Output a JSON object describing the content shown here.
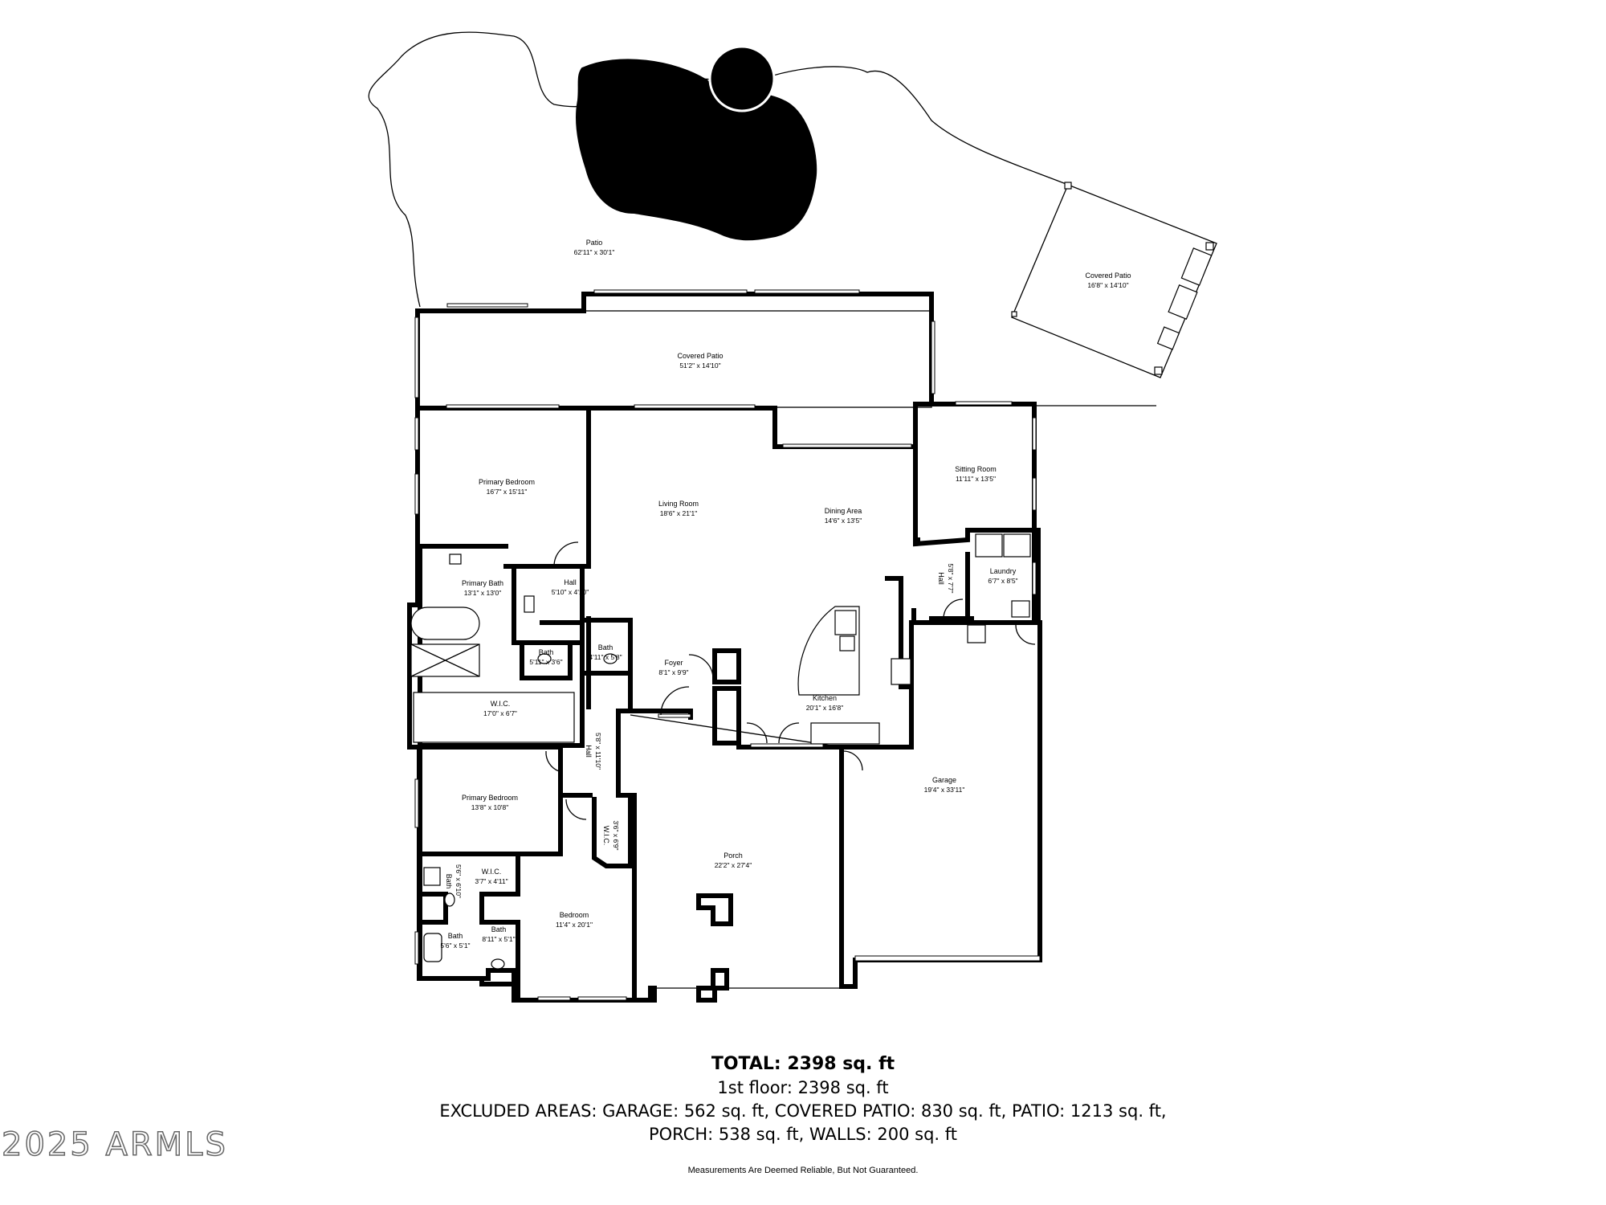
{
  "rooms": [
    {
      "id": "patio",
      "name": "Patio",
      "dims": "62'11\" x 30'1\""
    },
    {
      "id": "covered-patio-main",
      "name": "Covered Patio",
      "dims": "51'2\" x 14'10\""
    },
    {
      "id": "covered-patio-side",
      "name": "Covered Patio",
      "dims": "16'8\" x 14'10\""
    },
    {
      "id": "primary-bedroom",
      "name": "Primary Bedroom",
      "dims": "16'7\" x 15'11\""
    },
    {
      "id": "living-room",
      "name": "Living Room",
      "dims": "18'6\" x 21'1\""
    },
    {
      "id": "dining-area",
      "name": "Dining Area",
      "dims": "14'6\" x 13'5\""
    },
    {
      "id": "sitting-room",
      "name": "Sitting Room",
      "dims": "11'11\" x 13'5\""
    },
    {
      "id": "primary-bath",
      "name": "Primary Bath",
      "dims": "13'1\" x 13'0\""
    },
    {
      "id": "hall-1",
      "name": "Hall",
      "dims": "5'10\" x 4'10\""
    },
    {
      "id": "hall-2",
      "name": "Hall",
      "dims": "5'8\" x 7'7\""
    },
    {
      "id": "laundry",
      "name": "Laundry",
      "dims": "6'7\" x 8'5\""
    },
    {
      "id": "bath-1",
      "name": "Bath",
      "dims": "5'11\" x 3'6\""
    },
    {
      "id": "bath-2",
      "name": "Bath",
      "dims": "4'11\" x 5'8\""
    },
    {
      "id": "foyer",
      "name": "Foyer",
      "dims": "8'1\" x 9'9\""
    },
    {
      "id": "wic-1",
      "name": "W.I.C.",
      "dims": "17'0\" x 6'7\""
    },
    {
      "id": "kitchen",
      "name": "Kitchen",
      "dims": "20'1\" x 16'8\""
    },
    {
      "id": "hall-3",
      "name": "Hall",
      "dims": "5'8\" x 11'10\""
    },
    {
      "id": "garage",
      "name": "Garage",
      "dims": "19'4\" x 33'11\""
    },
    {
      "id": "bedroom-2",
      "name": "Primary Bedroom",
      "dims": "13'8\" x 10'8\""
    },
    {
      "id": "wic-2",
      "name": "W.I.C.",
      "dims": "3'6\" x 6'9\""
    },
    {
      "id": "porch",
      "name": "Porch",
      "dims": "22'2\" x 27'4\""
    },
    {
      "id": "wic-3",
      "name": "W.I.C.",
      "dims": "3'7\" x 4'11\""
    },
    {
      "id": "bath-3",
      "name": "Bath",
      "dims": "5'6\" x 6'10\""
    },
    {
      "id": "bedroom-3",
      "name": "Bedroom",
      "dims": "11'4\" x 20'1\""
    },
    {
      "id": "bath-4",
      "name": "Bath",
      "dims": "5'6\" x 5'1\""
    },
    {
      "id": "bath-5",
      "name": "Bath",
      "dims": "8'11\" x 5'1\""
    }
  ],
  "summary": {
    "total": "TOTAL: 2398 sq. ft",
    "floor": "1st floor: 2398 sq. ft",
    "excluded_1": "EXCLUDED AREAS: GARAGE: 562 sq. ft, COVERED PATIO: 830 sq. ft, PATIO: 1213 sq. ft,",
    "excluded_2": "PORCH: 538 sq. ft, WALLS: 200 sq. ft"
  },
  "disclaimer": "Measurements Are Deemed Reliable, But Not Guaranteed.",
  "watermark": "2025 ARMLS",
  "colors": {
    "ink": "#000000",
    "background": "#ffffff",
    "pool": "#000000"
  }
}
